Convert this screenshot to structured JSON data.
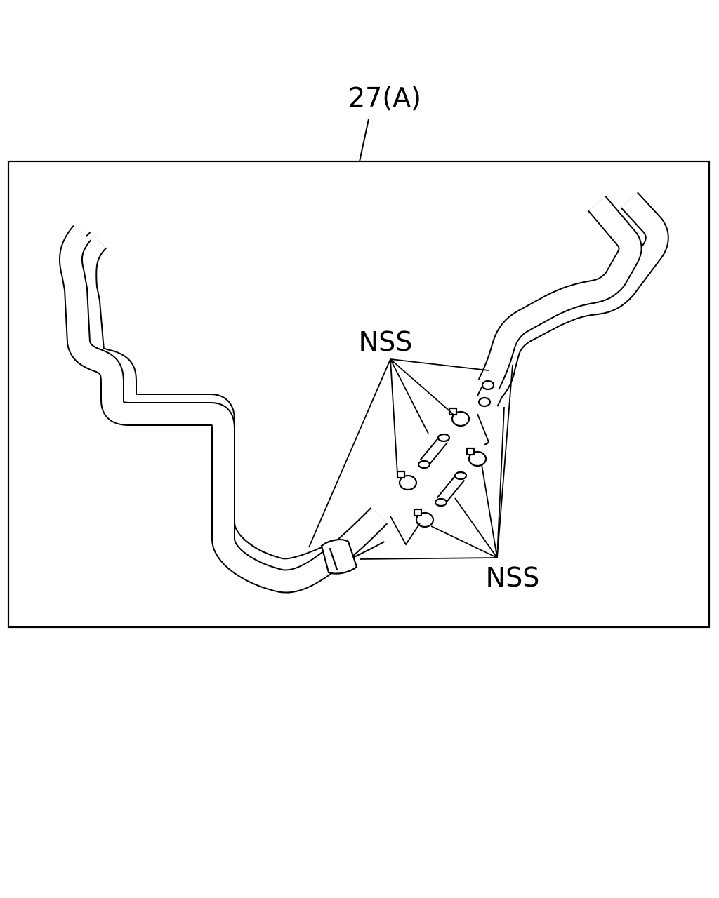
{
  "diagram": {
    "callout_label": "27(A)",
    "nss_label_top": "NSS",
    "nss_label_bottom": "NSS",
    "colors": {
      "line": "#000000",
      "background": "#ffffff"
    }
  }
}
